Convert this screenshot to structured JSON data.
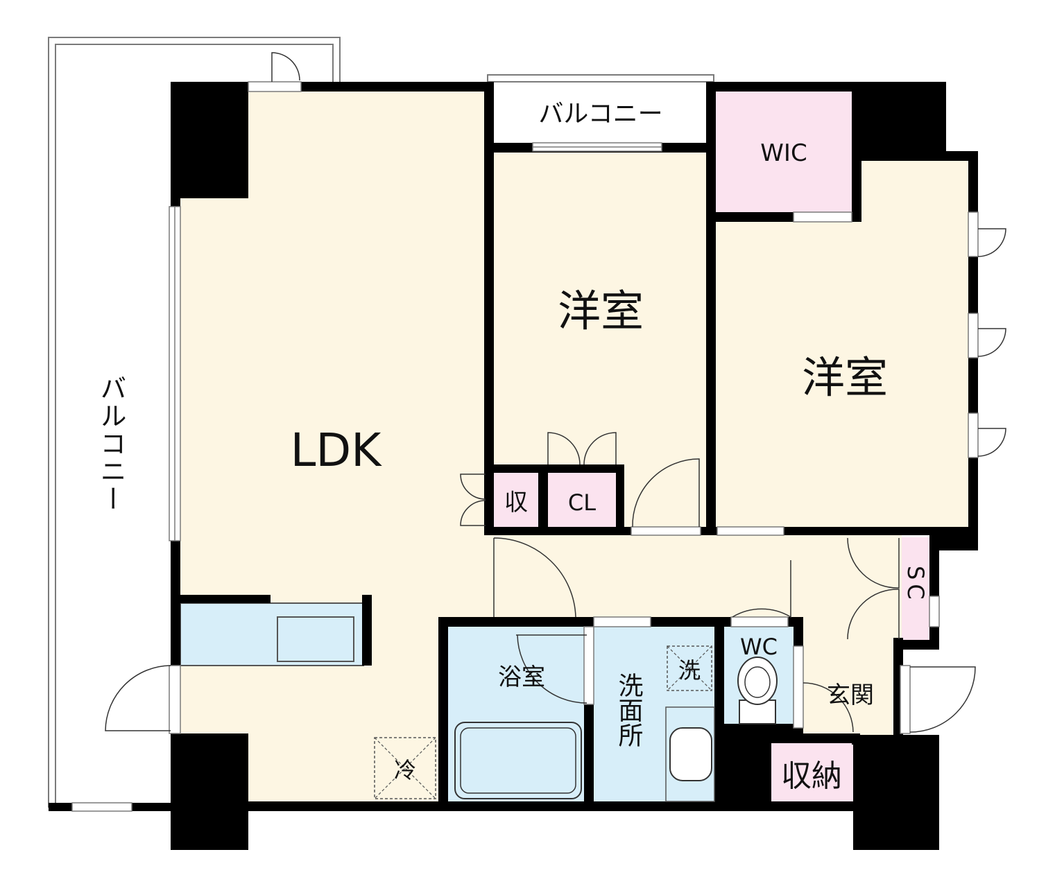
{
  "plan": {
    "rooms": {
      "ldk": "LDK",
      "western_room_1": "洋室",
      "western_room_2": "洋室",
      "wic": "WIC",
      "balcony_top": "バルコニー",
      "balcony_left": "バルコニー",
      "storage_small": "収",
      "closet": "CL",
      "shoe_closet": "SC",
      "bathroom": "浴室",
      "washroom": "洗面所",
      "toilet": "WC",
      "entrance": "玄関",
      "storage": "収納"
    },
    "fixtures": {
      "washer": "洗",
      "fridge": "冷"
    }
  },
  "colors": {
    "wall": "#000000",
    "living_floor": "#fdf6e3",
    "wet_area": "#d7eef9",
    "storage": "#fbe3ef",
    "balcony": "#ffffff",
    "outline": "#7a7a7a"
  }
}
